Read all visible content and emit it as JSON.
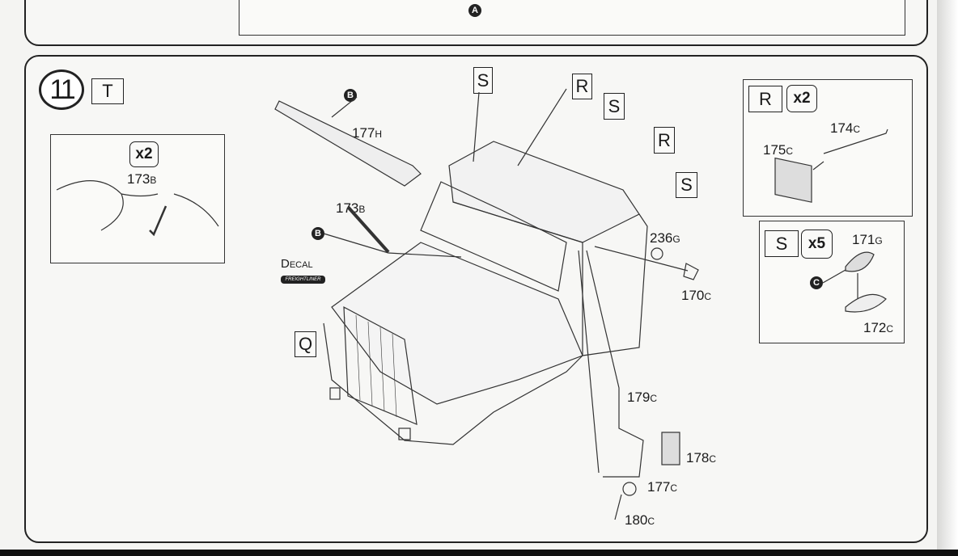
{
  "top_panel": {
    "marker": "A"
  },
  "step": {
    "number": "11",
    "code": "T",
    "inset_left": {
      "qty": "x2",
      "part": "173",
      "part_sprue": "B"
    },
    "parts": [
      {
        "id": "visor",
        "num": "177",
        "sprue": "H"
      },
      {
        "id": "wiper",
        "num": "173",
        "sprue": "B"
      },
      {
        "id": "lens",
        "num": "236",
        "sprue": "G"
      },
      {
        "id": "horn",
        "num": "170",
        "sprue": "C"
      },
      {
        "id": "mirror-mount",
        "num": "179",
        "sprue": "C"
      },
      {
        "id": "mirror",
        "num": "178",
        "sprue": "C"
      },
      {
        "id": "mirror-arm",
        "num": "177",
        "sprue": "C"
      },
      {
        "id": "mirror-base",
        "num": "180",
        "sprue": "C"
      }
    ],
    "markers": {
      "visor": "B",
      "wiper": "B"
    },
    "callouts": {
      "s1": "S",
      "r1": "R",
      "s2": "S",
      "r2": "R",
      "s3": "S",
      "q": "Q"
    },
    "decal": {
      "label": "Decal",
      "logo_text": "FREIGHTLINER"
    },
    "subassembly_r": {
      "code": "R",
      "qty": "x2",
      "parts": [
        {
          "num": "174",
          "sprue": "C"
        },
        {
          "num": "175",
          "sprue": "C"
        }
      ]
    },
    "subassembly_s": {
      "code": "S",
      "qty": "x5",
      "marker": "C",
      "parts": [
        {
          "num": "171",
          "sprue": "G"
        },
        {
          "num": "172",
          "sprue": "C"
        }
      ]
    }
  }
}
